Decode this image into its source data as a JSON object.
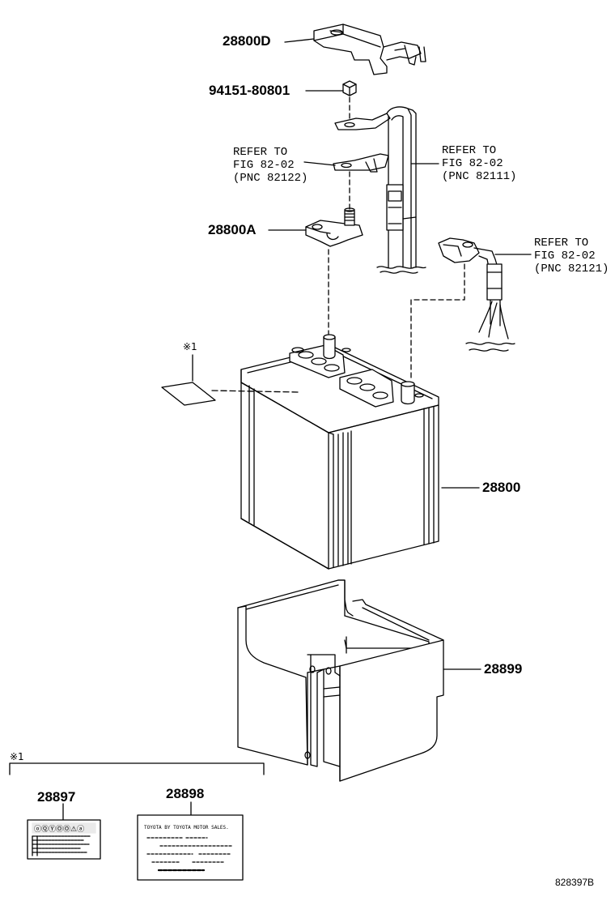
{
  "parts": {
    "terminal_cover": "28800D",
    "nut": "94151-80801",
    "clamp": "28800A",
    "battery": "28800",
    "battery_tray": "28899",
    "label_warning": "28897",
    "label_info": "28898"
  },
  "refs": {
    "positive_cable": {
      "line1": "REFER TO",
      "line2": "FIG 82-02",
      "line3": "(PNC 82122)"
    },
    "positive_wire": {
      "line1": "REFER TO",
      "line2": "FIG 82-02",
      "line3": "(PNC 82111)"
    },
    "negative_cable": {
      "line1": "REFER TO",
      "line2": "FIG 82-02",
      "line3": "(PNC 82121)"
    }
  },
  "notes": {
    "mark_label_position": "※1",
    "mark_group": "※1"
  },
  "label_info_text": "TOYOTA BY TOYOTA MOTOR SALES.",
  "figure_id": "828397B"
}
